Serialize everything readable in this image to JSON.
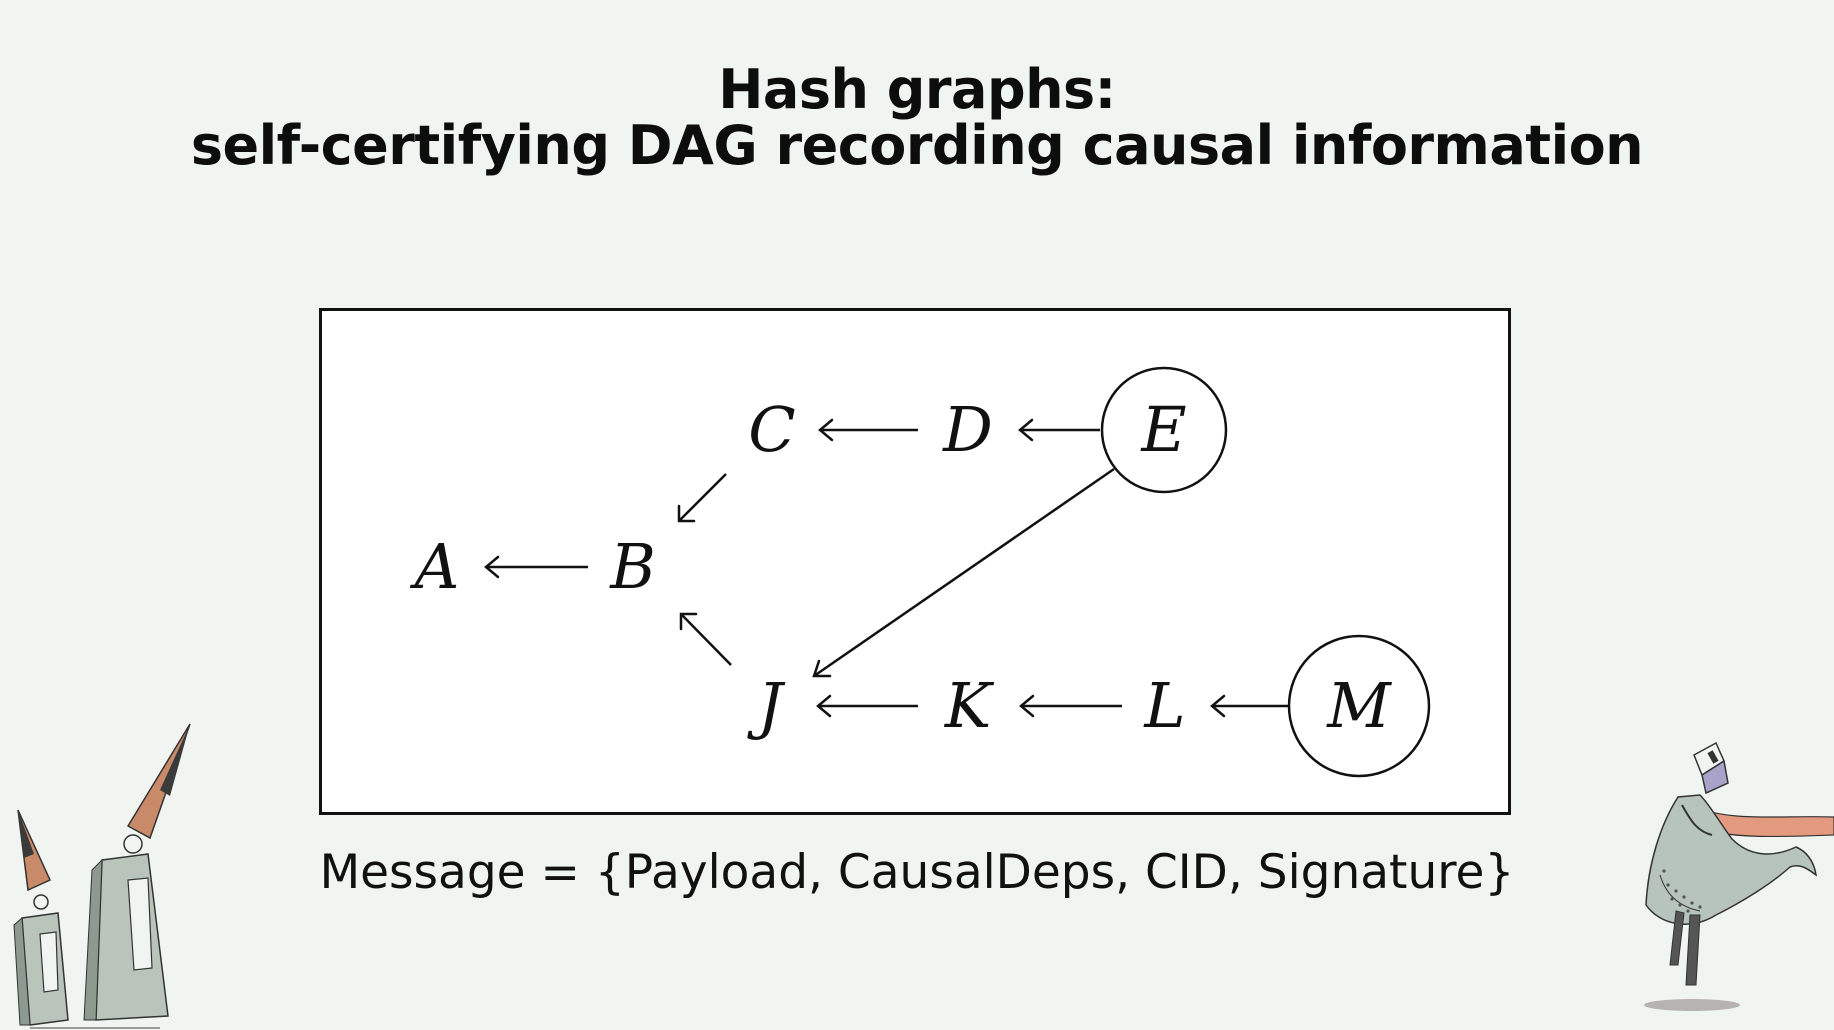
{
  "slide": {
    "title_line1": "Hash graphs:",
    "title_line2": "self-certifying DAG recording causal information",
    "caption": "Message = {Payload, CausalDeps, CID, Signature}"
  },
  "diagram": {
    "nodes": [
      {
        "id": "A",
        "label": "A",
        "circled": false
      },
      {
        "id": "B",
        "label": "B",
        "circled": false
      },
      {
        "id": "C",
        "label": "C",
        "circled": false
      },
      {
        "id": "D",
        "label": "D",
        "circled": false
      },
      {
        "id": "E",
        "label": "E",
        "circled": true
      },
      {
        "id": "J",
        "label": "J",
        "circled": false
      },
      {
        "id": "K",
        "label": "K",
        "circled": false
      },
      {
        "id": "L",
        "label": "L",
        "circled": false
      },
      {
        "id": "M",
        "label": "M",
        "circled": true
      }
    ],
    "edges": [
      {
        "from": "B",
        "to": "A"
      },
      {
        "from": "C",
        "to": "B"
      },
      {
        "from": "J",
        "to": "B"
      },
      {
        "from": "D",
        "to": "C"
      },
      {
        "from": "E",
        "to": "D"
      },
      {
        "from": "E",
        "to": "J"
      },
      {
        "from": "K",
        "to": "J"
      },
      {
        "from": "L",
        "to": "K"
      },
      {
        "from": "M",
        "to": "L"
      }
    ]
  },
  "colors": {
    "background": "#f1f5f1",
    "ink": "#111111",
    "box": "#ffffff"
  },
  "decorations": {
    "left": "pencil-figures-illustration",
    "right": "walking-figure-illustration"
  }
}
